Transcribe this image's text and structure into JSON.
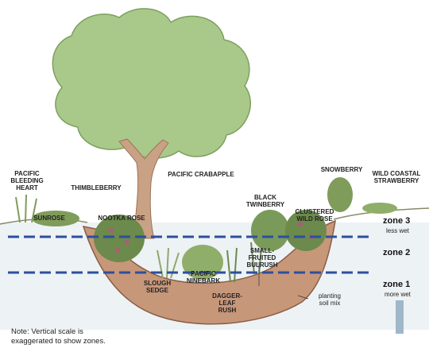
{
  "plants": {
    "pacific_bleeding_heart": "PACIFIC\nBLEEDING\nHEART",
    "thimbleberry": "THIMBLEBERRY",
    "pacific_crabapple": "PACIFIC CRABAPPLE",
    "snowberry": "SNOWBERRY",
    "wild_coastal_strawberry": "WILD COASTAL\nSTRAWBERRY",
    "black_twinberry": "BLACK\nTWINBERRY",
    "clustered_wild_rose": "CLUSTERED\nWILD ROSE",
    "sunrose": "SUNROSE",
    "nootka_rose": "NOOTKA ROSE",
    "small_fruited_bulrush": "SMALL-\nFRUITED\nBULRUSH",
    "pacific_ninebark": "PACIFIC\nNINEBARK",
    "slough_sedge": "SLOUGH\nSEDGE",
    "dagger_leaf_rush": "DAGGER-\nLEAF\nRUSH"
  },
  "soil": {
    "label": "planting\nsoil mix"
  },
  "zones": [
    {
      "name": "zone 3",
      "sub": "less wet"
    },
    {
      "name": "zone 2",
      "sub": ""
    },
    {
      "name": "zone 1",
      "sub": "more wet"
    }
  ],
  "note": "Note: Vertical scale is\nexaggerated to show zones.",
  "colors": {
    "canopy": "#a9c98a",
    "trunk": "#c9a184",
    "soil": "#c7977a",
    "water_line": "#2d4f9e",
    "shrub": "#6b8a4c"
  }
}
